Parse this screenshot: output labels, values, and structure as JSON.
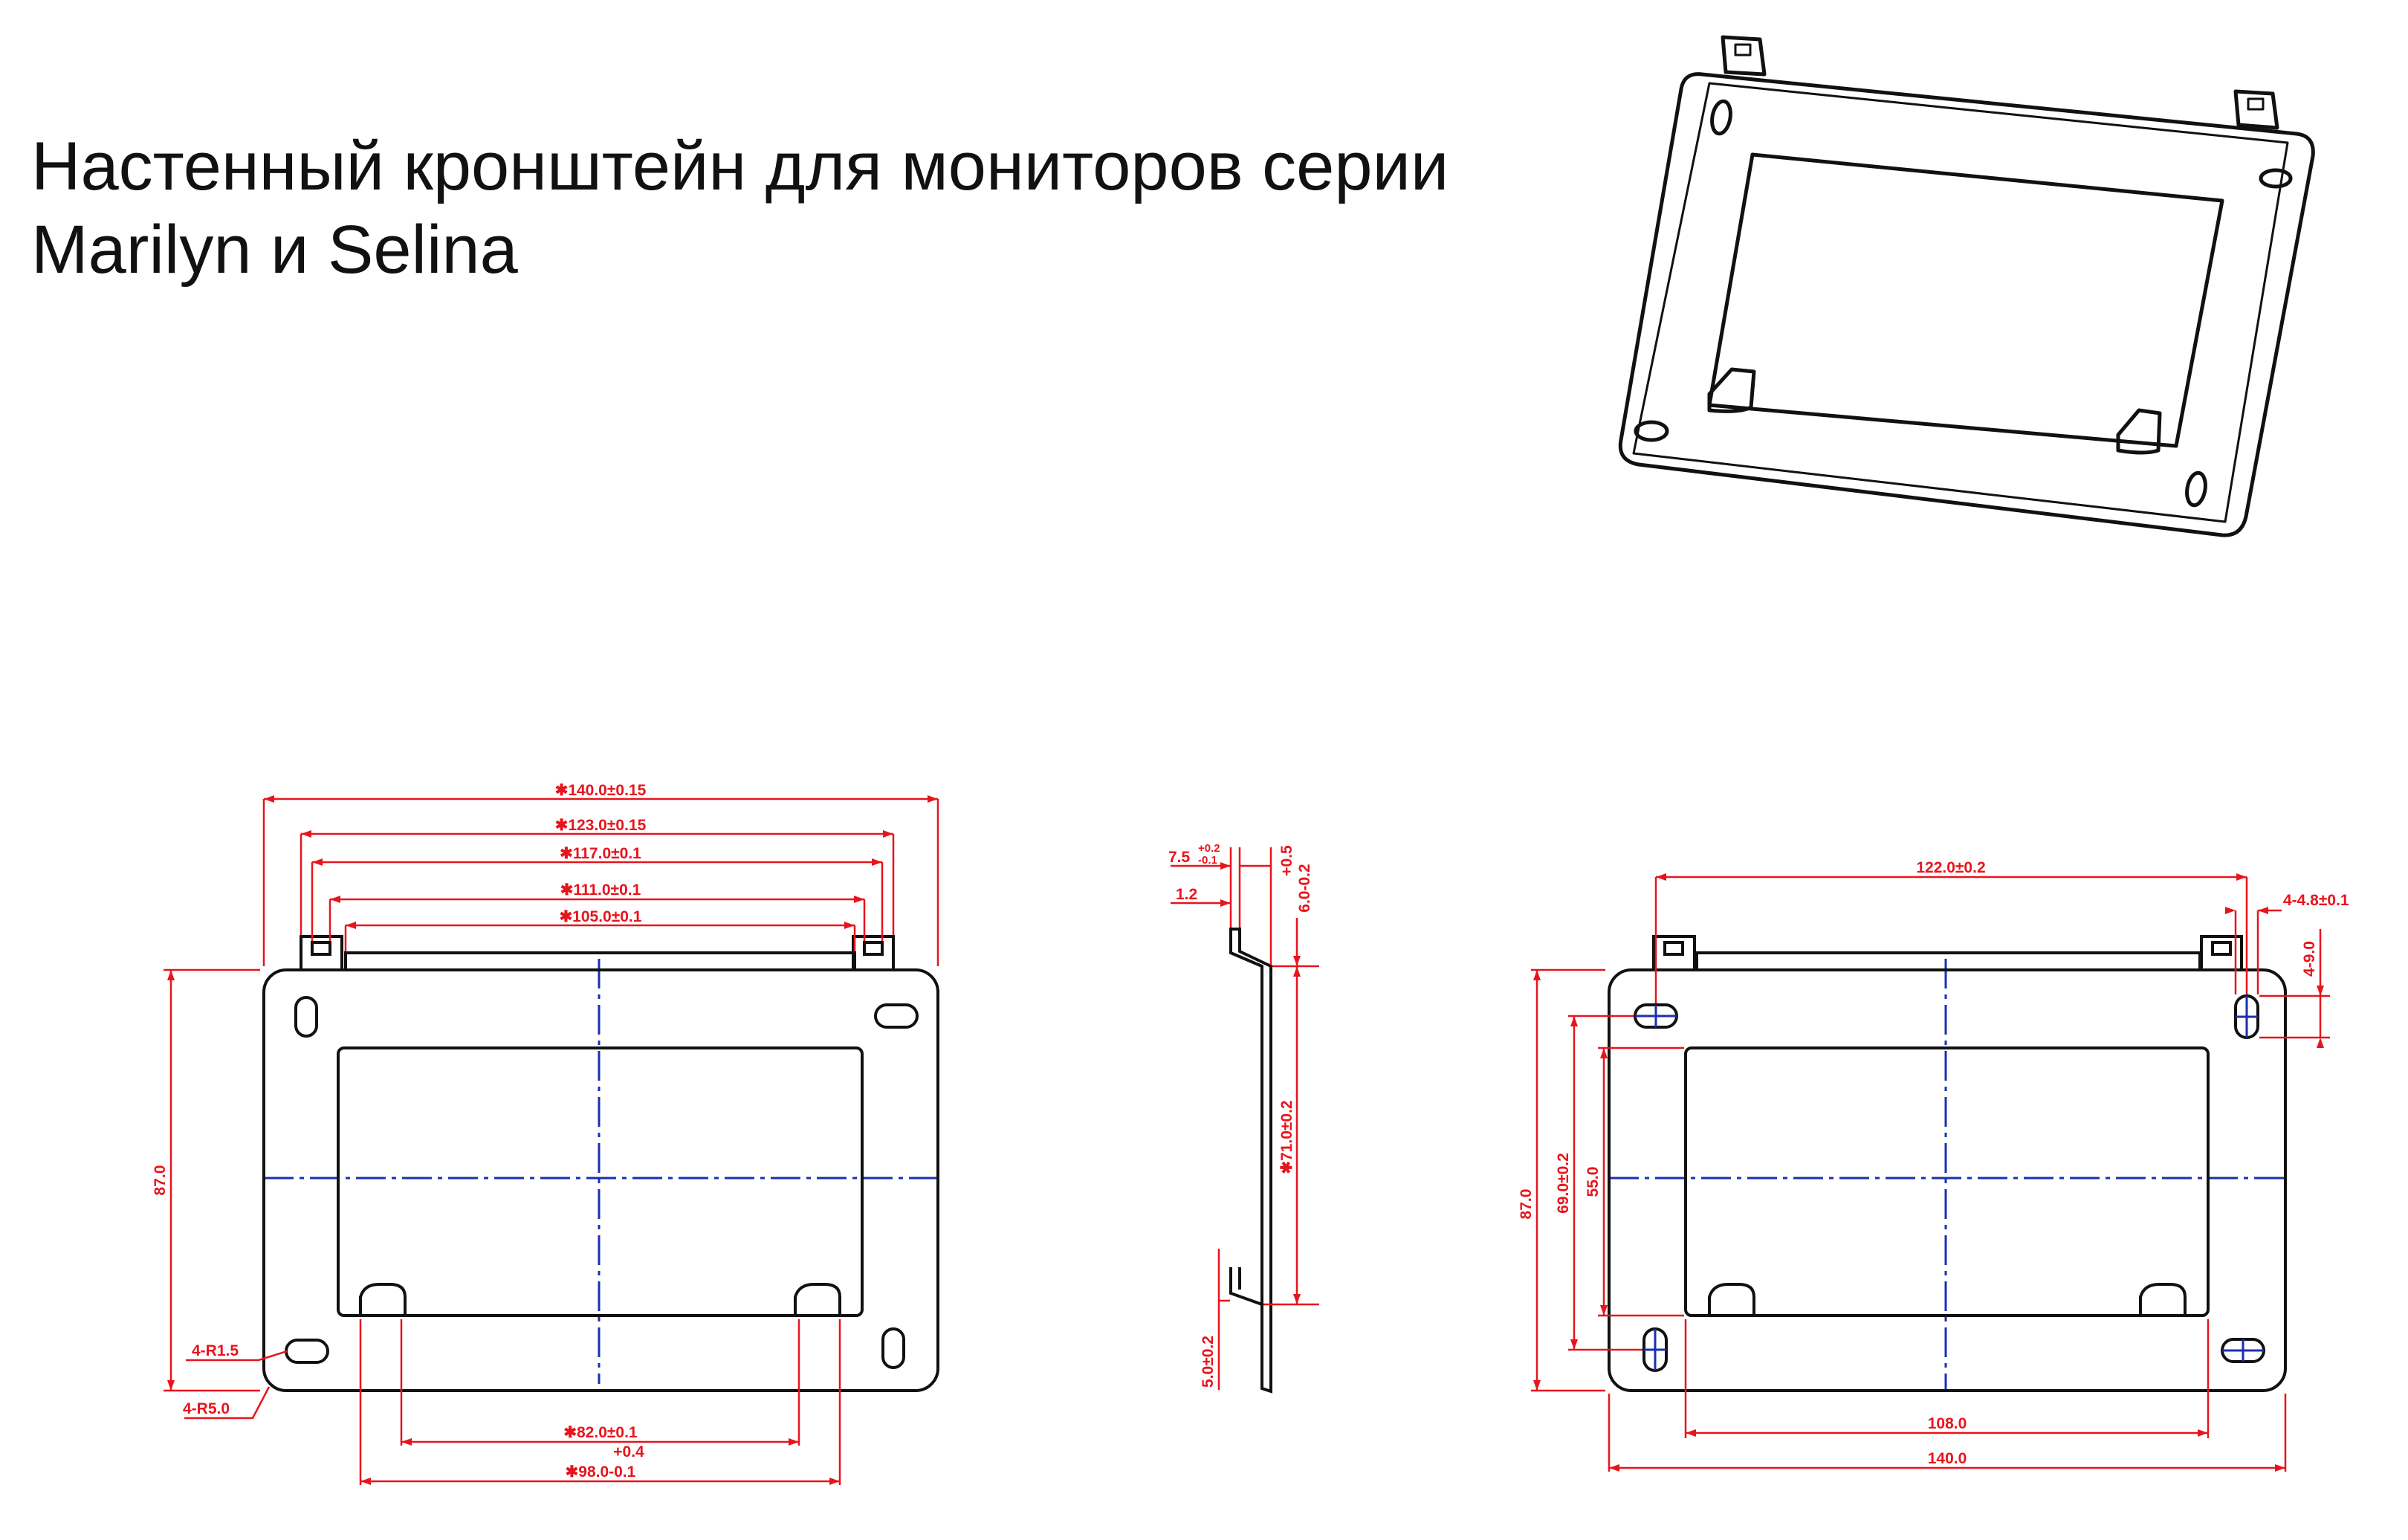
{
  "title": {
    "line1": "Настенный кронштейн для мониторов серии",
    "line2": "Marilyn и Selina"
  },
  "colors": {
    "outline": "#111111",
    "dimension": "#e8141c",
    "centerline": "#1a2fb0",
    "background": "#ffffff"
  },
  "front_view": {
    "dims": {
      "w140": "✱140.0±0.15",
      "w123": "✱123.0±0.15",
      "w117": "✱117.0±0.1",
      "w111": "✱111.0±0.1",
      "w105": "✱105.0±0.1",
      "h87": "87.0",
      "r15": "4-R1.5",
      "r50": "4-R5.0",
      "w82": "✱82.0±0.1",
      "tol_plus": "+0.4",
      "w98": "✱98.0-0.1"
    }
  },
  "side_view": {
    "dims": {
      "d75": "7.5",
      "d75_tol_top": "+0.2",
      "d75_tol_bottom": "-0.1",
      "d12": "1.2",
      "d60": "6.0-0.2",
      "d60_tol": "+0.5",
      "d71": "✱71.0±0.2",
      "d50": "5.0±0.2"
    }
  },
  "back_view": {
    "dims": {
      "w122": "122.0±0.2",
      "slot48": "4-4.8±0.1",
      "slot90": "4-9.0",
      "h87": "87.0",
      "h69": "69.0±0.2",
      "h55": "55.0",
      "w108": "108.0",
      "w140": "140.0"
    }
  }
}
